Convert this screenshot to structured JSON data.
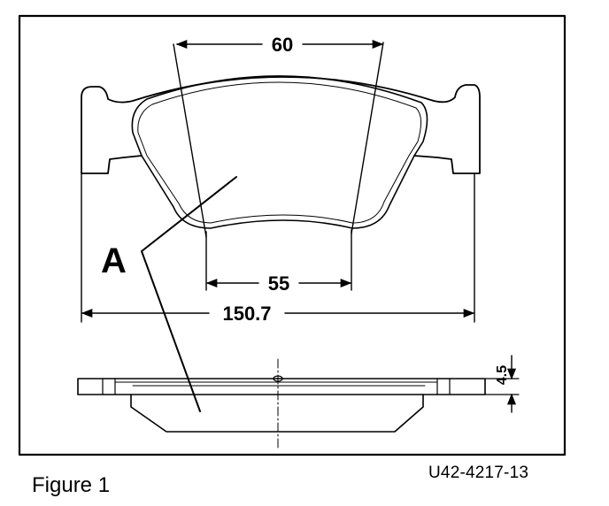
{
  "diagram": {
    "dimensions": {
      "top_width": "60",
      "inner_width": "55",
      "overall_width": "150.7",
      "thickness": "4.5"
    },
    "callout_label": "A",
    "drawing_code": "U42-4217-13",
    "figure_caption": "Figure 1"
  }
}
